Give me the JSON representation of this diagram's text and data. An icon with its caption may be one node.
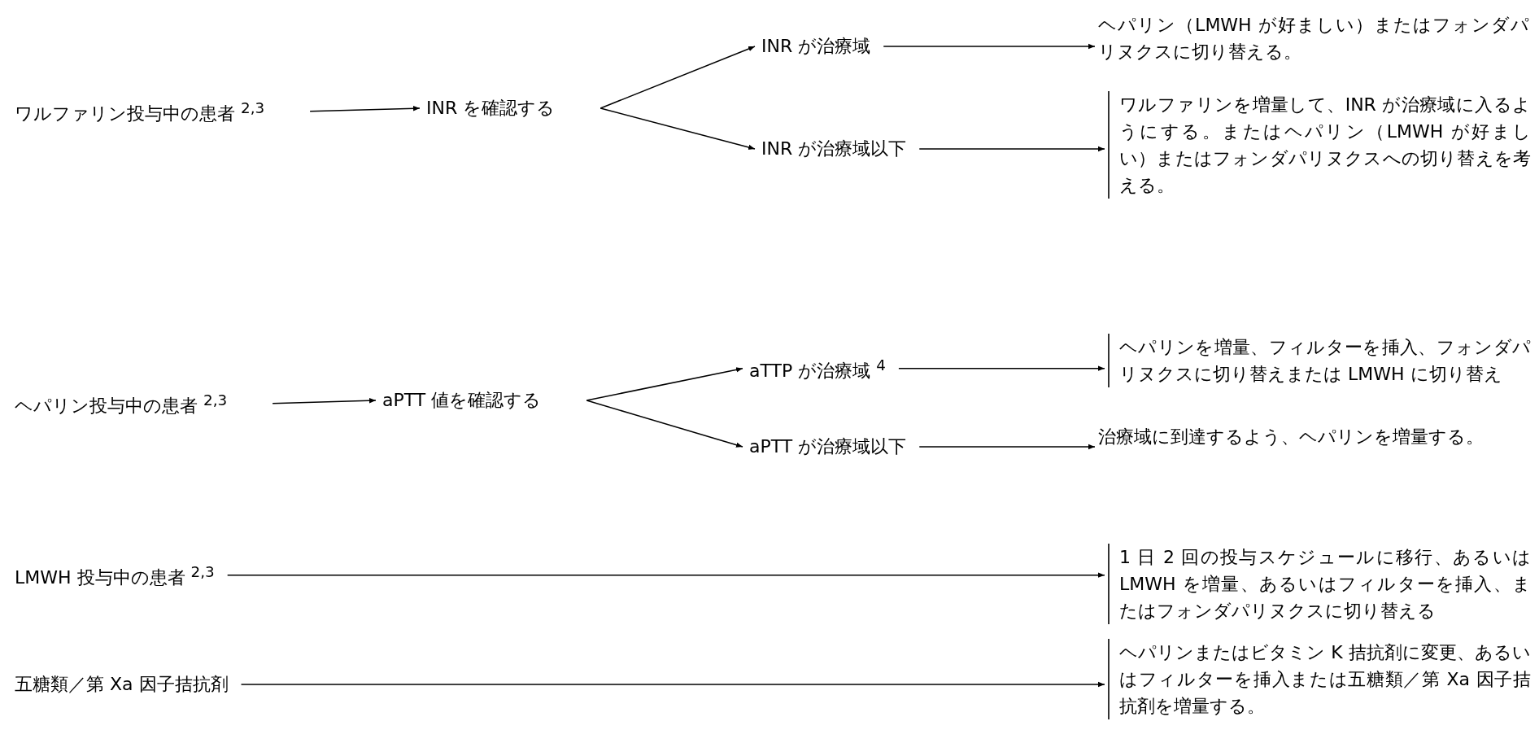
{
  "diagram": {
    "nodes": [
      {
        "text": [
          "ワルファリン投与中の患者 $^{2,3}$"
        ]
      },
      {
        "text": [
          "INR を確認する"
        ]
      },
      {
        "text": [
          "INR が治療域"
        ]
      },
      {
        "text": [
          "INR が治療域以下"
        ]
      },
      {
        "text": [
          "ヘパリン（LMWH が好ましい）またはフォンダパリヌクスに切り替える。"
        ]
      },
      {
        "text": [
          "ワルファリンを増量して、INR が治療域に入るようにする。またはヘパリン（LMWH が好ましい）またはフォンダパリヌクスへの切り替えを考える。"
        ]
      },
      {
        "text": [
          "ヘパリン投与中の患者 $^{2,3}$"
        ]
      },
      {
        "text": [
          "aPTT 値を確認する"
        ]
      },
      {
        "text": [
          "aTTP が治療域 $^{4}$"
        ]
      },
      {
        "text": [
          "aPTT が治療域以下"
        ]
      },
      {
        "text": [
          "ヘパリンを増量、フィルターを挿入、フォンダパリヌクスに切り替えまたは LMWH に切り替え"
        ]
      },
      {
        "text": [
          "治療域に到達するよう、ヘパリンを増量する。"
        ]
      },
      {
        "text": [
          "LMWH 投与中の患者 $^{2,3}$"
        ]
      },
      {
        "text": [
          "1 日 2 回の投与スケジュールに移行、あるいは LMWH を増量、あるいはフィルターを挿入、またはフォンダパリヌクスに切り替える"
        ]
      },
      {
        "text": [
          "五糖類／第 Xa 因子拮抗剤"
        ]
      },
      {
        "text": [
          "ヘパリンまたはビタミン K 拮抗剤に変更、あるいはフィルターを挿入または五糖類／第 Xa 因子拮抗剤を増量する。"
        ]
      }
    ],
    "edges": [
      {
        "from": 0,
        "to": 1,
        "arrow": "to"
      },
      {
        "from": 1,
        "to": 2,
        "arrow": "to"
      },
      {
        "from": 1,
        "to": 3,
        "arrow": "to"
      },
      {
        "from": 2,
        "to": 4,
        "arrow": "to"
      },
      {
        "from": 3,
        "to": 5,
        "arrow": "to"
      },
      {
        "from": 6,
        "to": 7,
        "arrow": "to"
      },
      {
        "from": 7,
        "to": 8,
        "arrow": "to"
      },
      {
        "from": 7,
        "to": 9,
        "arrow": "to"
      },
      {
        "from": 8,
        "to": 10,
        "arrow": "to"
      },
      {
        "from": 9,
        "to": 11,
        "arrow": "to"
      },
      {
        "from": 12,
        "to": 13,
        "arrow": "to"
      },
      {
        "from": 14,
        "to": 15,
        "arrow": "to"
      }
    ]
  }
}
